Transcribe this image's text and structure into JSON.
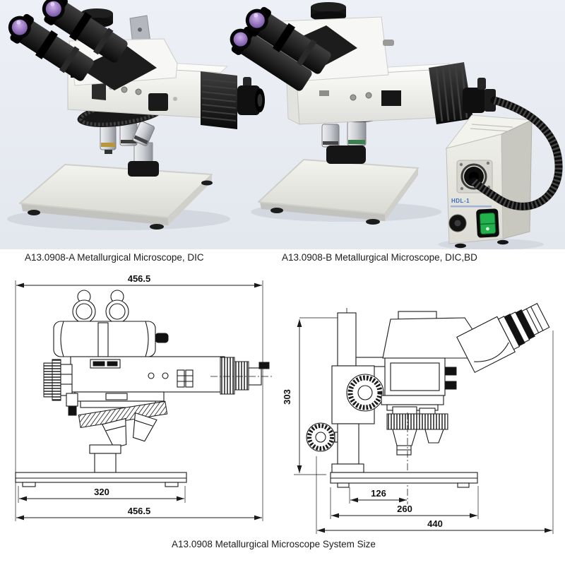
{
  "captions": {
    "model_a": "A13.0908-A Metallurgical Microscope, DIC",
    "model_b": "A13.0908-B Metallurgical Microscope, DIC,BD",
    "system_size": "A13.0908 Metallurgical Microscope System Size"
  },
  "photos": {
    "illuminator_label": "HDL-1"
  },
  "diagram": {
    "front_view": {
      "top_width": "456.5",
      "base_width": "320",
      "overall_width": "456.5"
    },
    "side_view": {
      "height": "303",
      "stage_depth": "126",
      "base_depth": "260",
      "overall_depth": "440"
    }
  },
  "colors": {
    "photo_background": "#e9edf3",
    "switch_green": "#22b14c",
    "label_blue": "#3a6bc4",
    "line_black": "#1a1a1a"
  }
}
